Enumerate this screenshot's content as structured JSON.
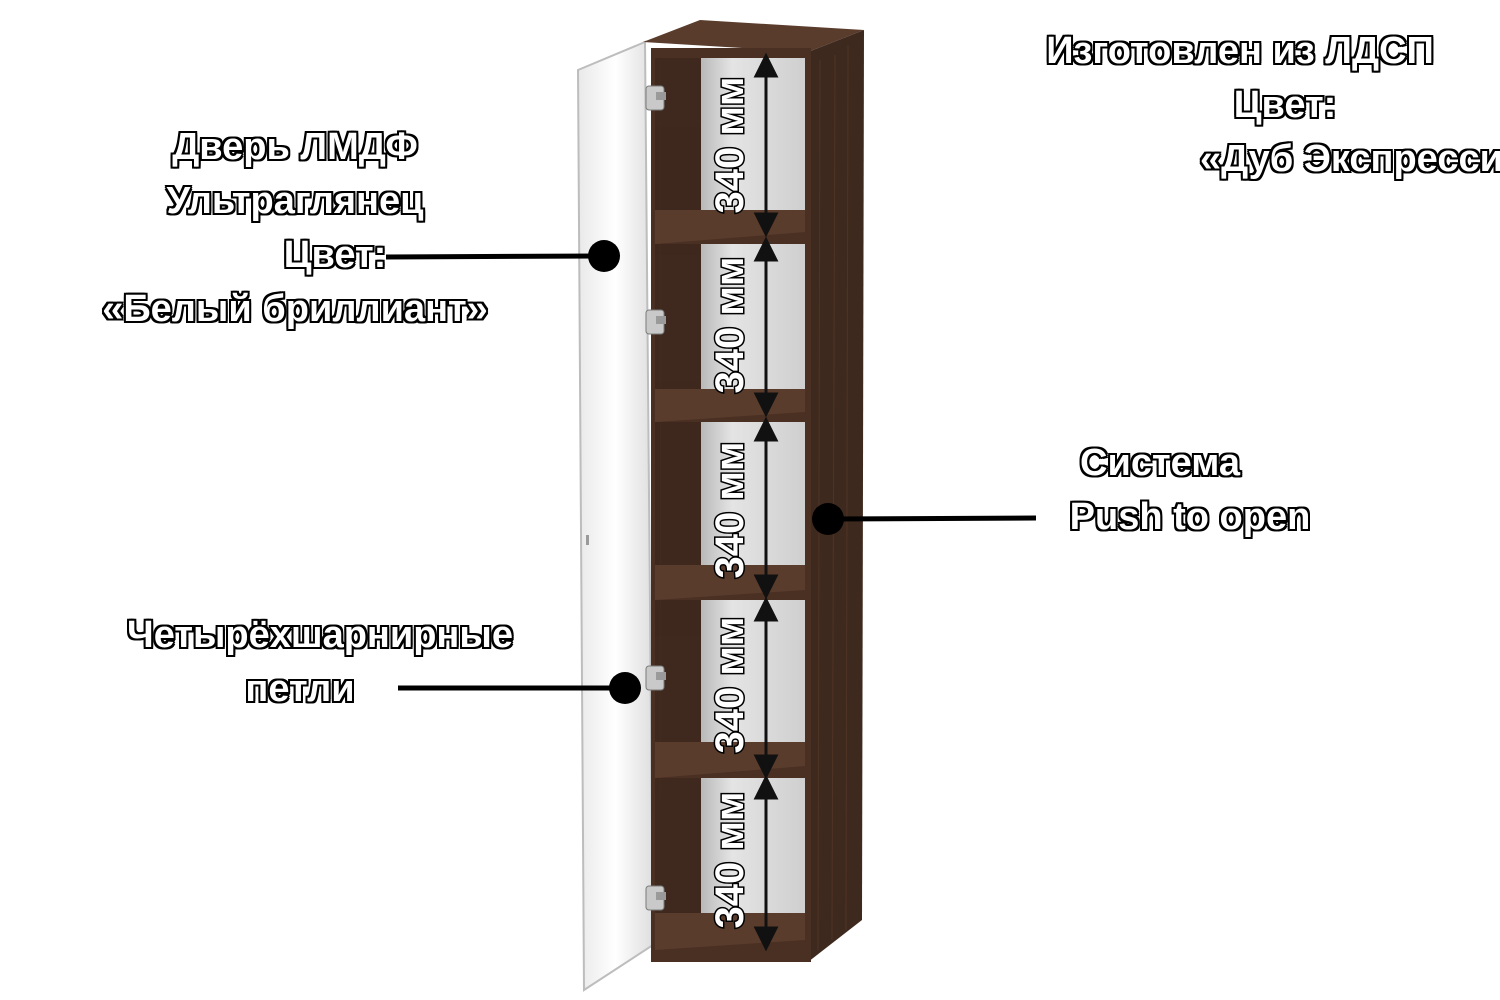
{
  "material_note": {
    "line1": "Изготовлен из ЛДСП",
    "line2": "Цвет:",
    "line3": "«Дуб Экспрессив»"
  },
  "door_note": {
    "line1": "Дверь ЛМДФ",
    "line2": "Ультраглянец",
    "line3": "Цвет:",
    "line4": "«Белый бриллиант»"
  },
  "push_note": {
    "line1": "Система",
    "line2": "Push to open"
  },
  "hinge_note": {
    "line1": "Четырёхшарнирные",
    "line2": "петли"
  },
  "shelf_dimensions": [
    "340 мм",
    "340 мм",
    "340 мм",
    "340 мм",
    "340 мм"
  ],
  "colors": {
    "cabinet_wood": "#4a3023",
    "cabinet_wood_dark": "#3a251b",
    "interior_back": "#dcdcdc",
    "door": "#f7f7f7",
    "leader": "#000000"
  }
}
